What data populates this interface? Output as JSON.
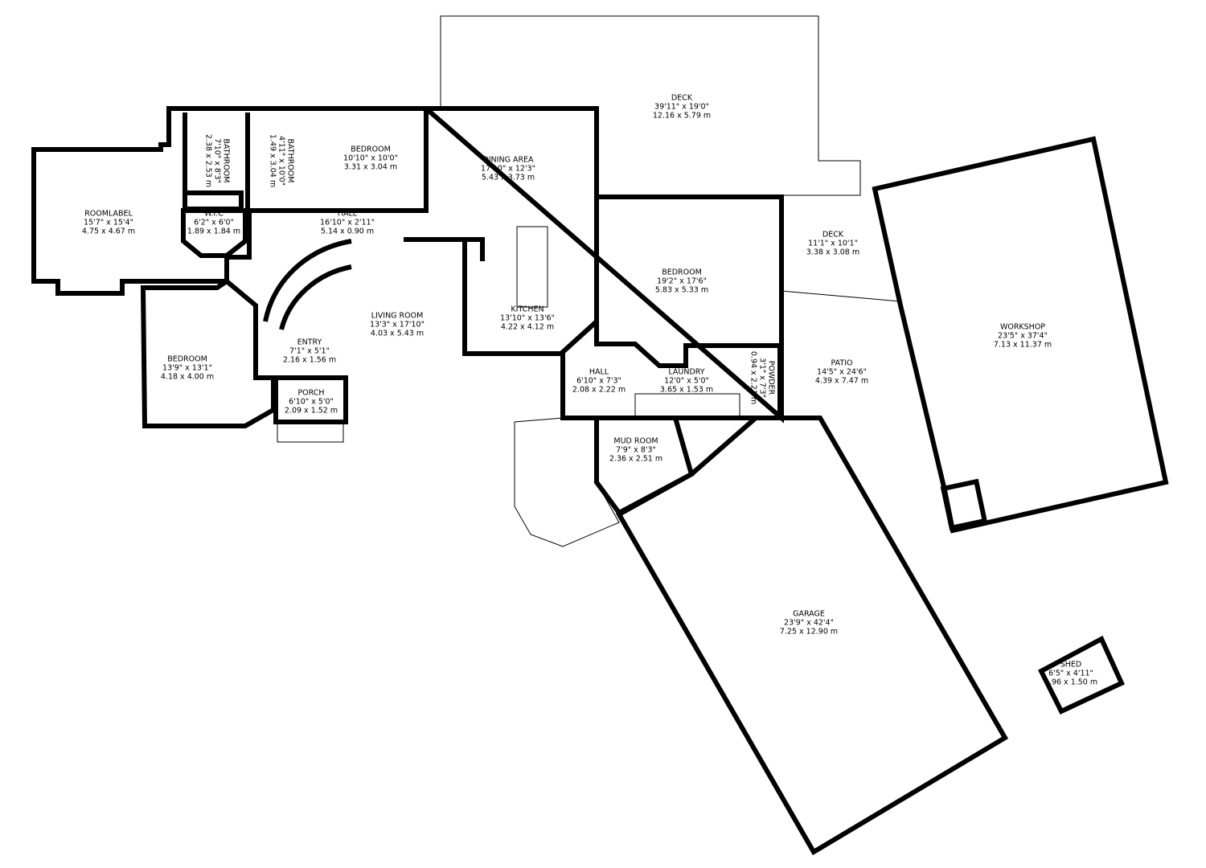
{
  "rooms": [
    {
      "name": "DECK",
      "imperial": "39'11\" x 19'0\"",
      "metric": "12.16 x 5.79 m"
    },
    {
      "name": "DINING AREA",
      "imperial": "17'10\" x 12'3\"",
      "metric": "5.43 x 3.73 m"
    },
    {
      "name": "BEDROOM",
      "imperial": "10'10\" x 10'0\"",
      "metric": "3.31 x 3.04 m"
    },
    {
      "name": "BATHROOM",
      "imperial": "7'10\" x 8'3\"",
      "metric": "2.38 x 2.53 m"
    },
    {
      "name": "BATHROOM",
      "imperial": "4'11\" x 10'0\"",
      "metric": "1.49 x 3.04 m"
    },
    {
      "name": "ROOMLABEL",
      "imperial": "15'7\" x 15'4\"",
      "metric": "4.75 x 4.67 m"
    },
    {
      "name": "W.I.C",
      "imperial": "6'2\" x 6'0\"",
      "metric": "1.89 x 1.84 m"
    },
    {
      "name": "HALL",
      "imperial": "16'10\" x 2'11\"",
      "metric": "5.14 x 0.90 m"
    },
    {
      "name": "BEDROOM",
      "imperial": "19'2\" x 17'6\"",
      "metric": "5.83 x 5.33 m"
    },
    {
      "name": "DECK",
      "imperial": "11'1\" x 10'1\"",
      "metric": "3.38 x 3.08 m"
    },
    {
      "name": "WORKSHOP",
      "imperial": "23'5\" x 37'4\"",
      "metric": "7.13 x 11.37 m"
    },
    {
      "name": "KITCHEN",
      "imperial": "13'10\" x 13'6\"",
      "metric": "4.22 x 4.12 m"
    },
    {
      "name": "LIVING ROOM",
      "imperial": "13'3\" x 17'10\"",
      "metric": "4.03 x 5.43 m"
    },
    {
      "name": "ENTRY",
      "imperial": "7'1\" x 5'1\"",
      "metric": "2.16 x 1.56 m"
    },
    {
      "name": "BEDROOM",
      "imperial": "13'9\" x 13'1\"",
      "metric": "4.18 x 4.00 m"
    },
    {
      "name": "PORCH",
      "imperial": "6'10\" x 5'0\"",
      "metric": "2.09 x 1.52 m"
    },
    {
      "name": "HALL",
      "imperial": "6'10\" x 7'3\"",
      "metric": "2.08 x 2.22 m"
    },
    {
      "name": "LAUNDRY",
      "imperial": "12'0\" x 5'0\"",
      "metric": "3.65 x 1.53 m"
    },
    {
      "name": "POWDER",
      "imperial": "3'1\" x 7'3\"",
      "metric": "0.94 x 2.21 m"
    },
    {
      "name": "PATIO",
      "imperial": "14'5\" x 24'6\"",
      "metric": "4.39 x 7.47 m"
    },
    {
      "name": "MUD ROOM",
      "imperial": "7'9\" x 8'3\"",
      "metric": "2.36 x 2.51 m"
    },
    {
      "name": "GARAGE",
      "imperial": "23'9\" x 42'4\"",
      "metric": "7.25 x 12.90 m"
    },
    {
      "name": "SHED",
      "imperial": "6'5\" x 4'11\"",
      "metric": "1.96 x 1.50 m"
    }
  ]
}
